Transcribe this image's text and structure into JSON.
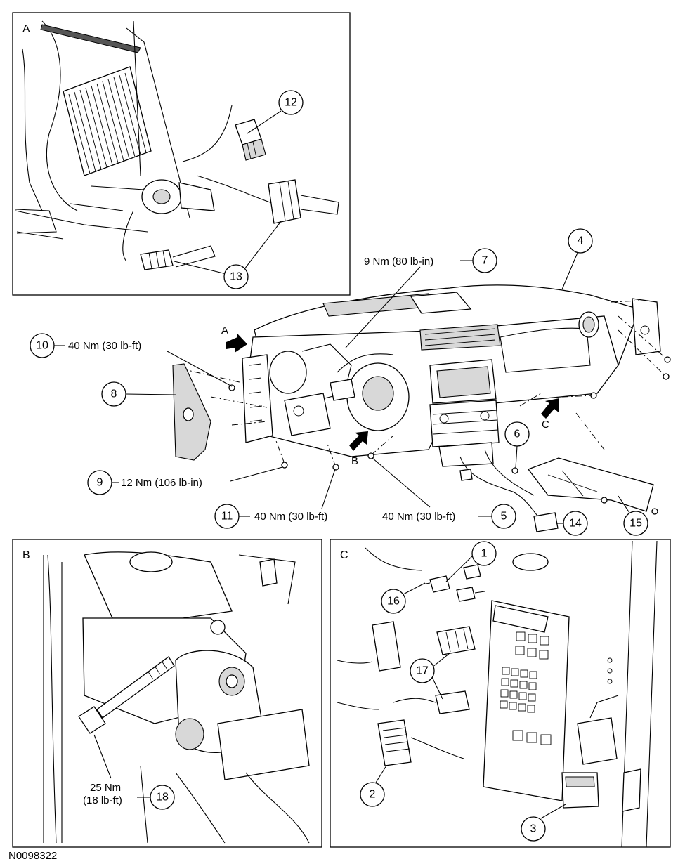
{
  "figure_id": "N0098322",
  "views": {
    "a": {
      "letter": "A"
    },
    "b": {
      "letter": "B"
    },
    "c": {
      "letter": "C"
    }
  },
  "arrows": {
    "a": "A",
    "b": "B",
    "c": "C"
  },
  "callouts": {
    "n1": "1",
    "n2": "2",
    "n3": "3",
    "n4": "4",
    "n5": "5",
    "n6": "6",
    "n7": "7",
    "n8": "8",
    "n9": "9",
    "n10": "10",
    "n11": "11",
    "n12": "12",
    "n13": "13",
    "n14": "14",
    "n15": "15",
    "n16": "16",
    "n17": "17",
    "n18": "18"
  },
  "torque": {
    "t7": "9 Nm (80 lb-in)",
    "t10": "40 Nm (30 lb-ft)",
    "t9": "12 Nm (106 lb-in)",
    "t11": "40 Nm (30 lb-ft)",
    "t5": "40 Nm (30 lb-ft)",
    "t18_line1": "25 Nm",
    "t18_line2": "(18 lb-ft)"
  }
}
